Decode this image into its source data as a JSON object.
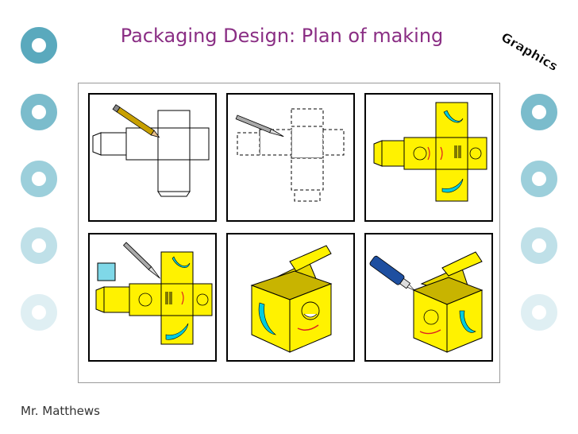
{
  "slide": {
    "title": "Packaging Design: Plan of making",
    "corner_label": "Graphics",
    "footer": "Mr. Matthews"
  },
  "colors": {
    "title": "#8a2e84",
    "rings": [
      "#5aa9bd",
      "#7bbccc",
      "#9ccfdb",
      "#bfe0e8",
      "#dfeff3"
    ],
    "package": "#fff200",
    "banana": "#00ccdd"
  },
  "panels": [
    {
      "tool": "pencil-icon"
    },
    {
      "tool": "scalpel-icon"
    },
    {
      "tool": "none"
    },
    {
      "tool": "scalpel-icon"
    },
    {
      "tool": "none"
    },
    {
      "tool": "glue-icon"
    }
  ]
}
